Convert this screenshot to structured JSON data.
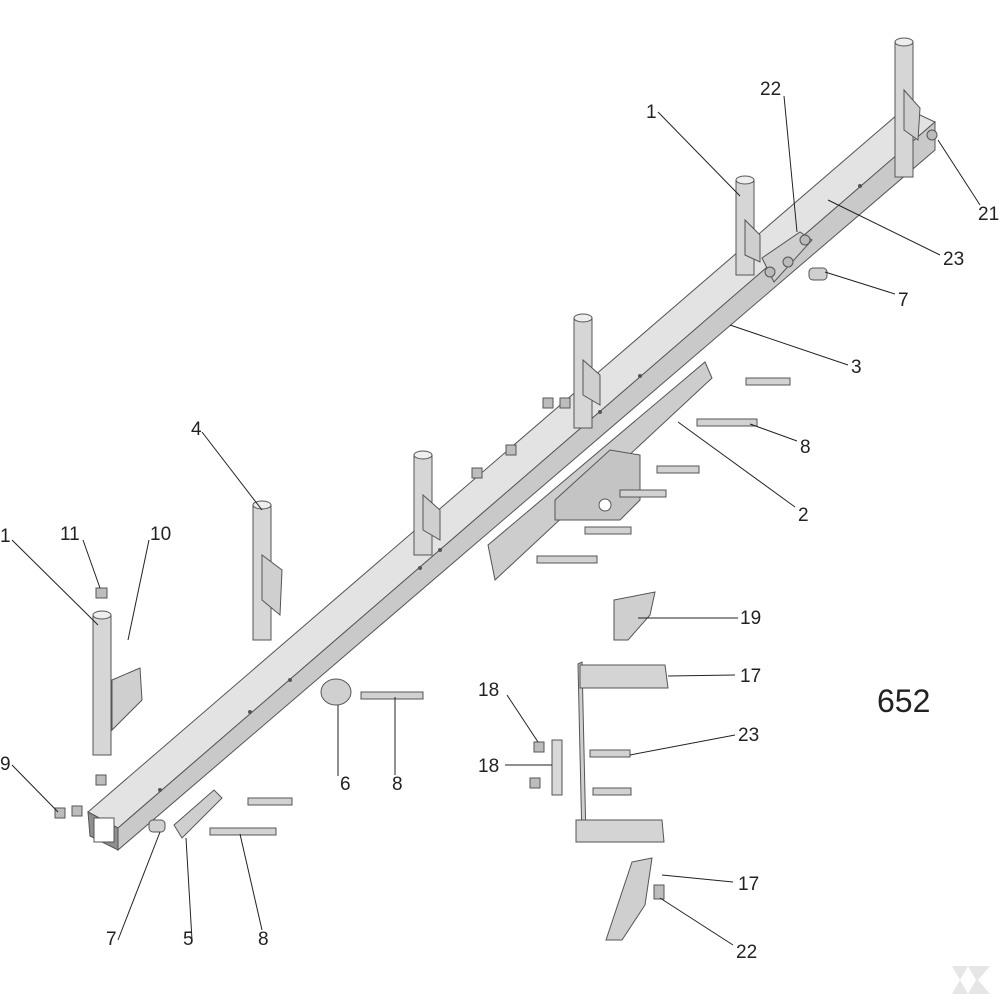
{
  "diagram_id": "652",
  "callouts": {
    "c1a": "1",
    "c1b": "1",
    "c22a": "22",
    "c21": "21",
    "c23a": "23",
    "c7a": "7",
    "c3": "3",
    "c8a": "8",
    "c2": "2",
    "c4": "4",
    "c11": "11",
    "c10": "10",
    "c9": "9",
    "c19": "19",
    "c17a": "17",
    "c18a": "18",
    "c18b": "18",
    "c23b": "23",
    "c6": "6",
    "c8b": "8",
    "c7b": "7",
    "c5": "5",
    "c8c": "8",
    "c17b": "17",
    "c22b": "22"
  },
  "colors": {
    "part_fill": "#d9d9d9",
    "part_dark": "#a6a6a6",
    "line": "#222222"
  }
}
